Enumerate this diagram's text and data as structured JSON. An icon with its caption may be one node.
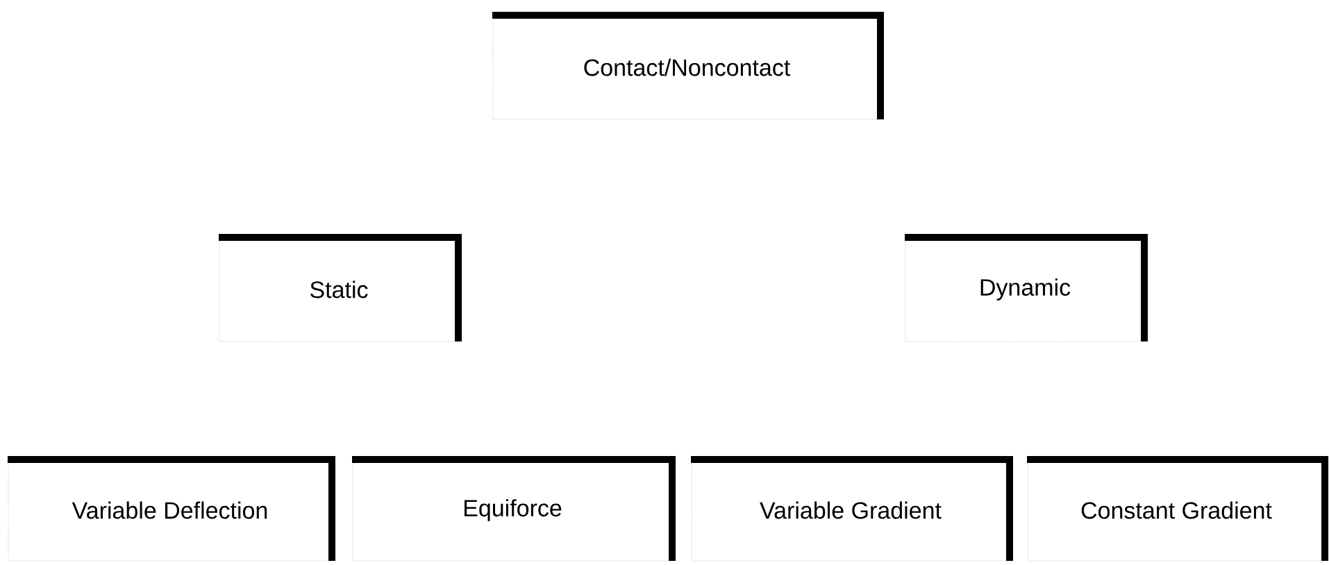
{
  "diagram": {
    "nodes": [
      {
        "text": [
          "Contact/Noncontact"
        ]
      },
      {
        "text": [
          "Static"
        ]
      },
      {
        "text": [
          "Dynamic"
        ]
      },
      {
        "text": [
          "Variable Deflection"
        ]
      },
      {
        "text": [
          "Equiforce"
        ]
      },
      {
        "text": [
          "Variable Gradient"
        ]
      },
      {
        "text": [
          "Constant Gradient"
        ]
      }
    ]
  }
}
